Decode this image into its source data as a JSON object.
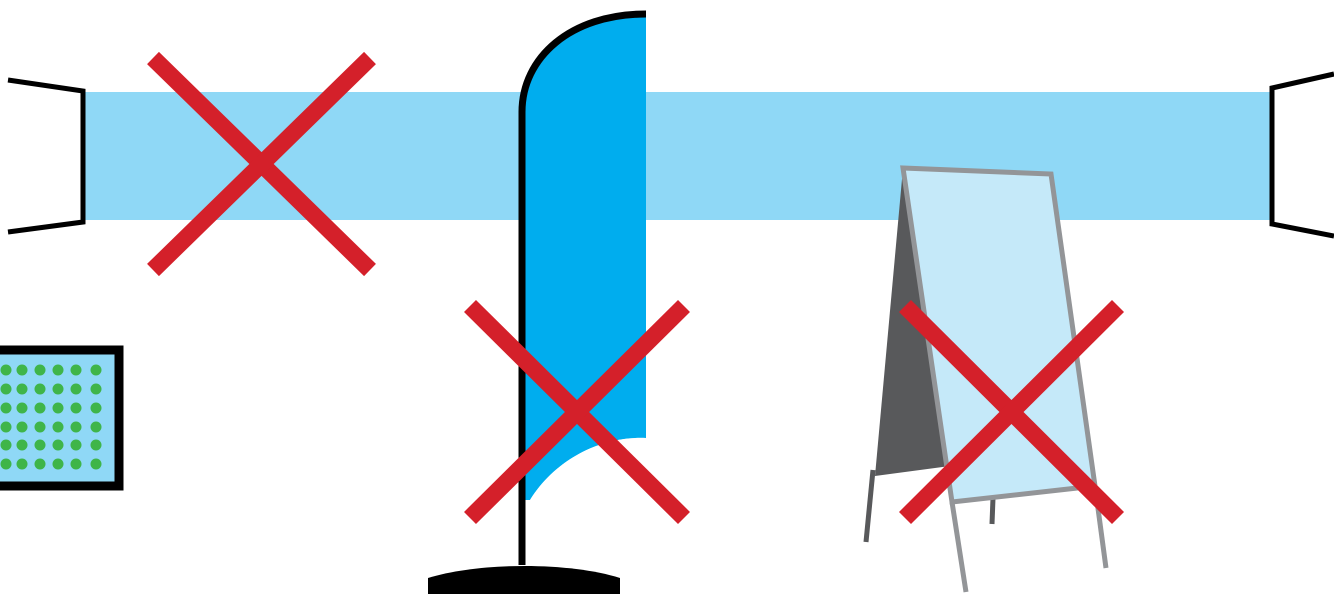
{
  "diagram": {
    "colors": {
      "beam": "#8fd8f6",
      "flag": "#00adee",
      "stroke": "#000000",
      "cross": "#d4202a",
      "panel_fill": "#8fd8f6",
      "panel_dots": "#3fb549",
      "board_face": "#c5e9f9",
      "board_back": "#58595b",
      "board_frame": "#939598"
    },
    "items": [
      {
        "name": "light-beam",
        "label": "",
        "blocked": true
      },
      {
        "name": "feather-flag",
        "label": "",
        "blocked": true
      },
      {
        "name": "a-frame-sign",
        "label": "",
        "blocked": true
      },
      {
        "name": "led-panel",
        "label": "",
        "blocked": false
      }
    ]
  }
}
